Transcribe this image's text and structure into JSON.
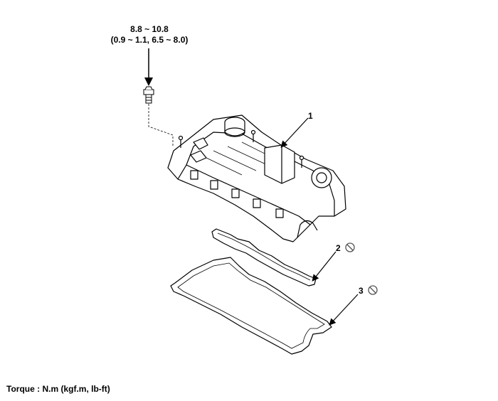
{
  "torque": {
    "value": "8.8 ~ 10.8",
    "units_values": "(0.9 ~ 1.1, 6.5 ~ 8.0)"
  },
  "callouts": [
    {
      "number": "1",
      "part": "cylinder-head-cover"
    },
    {
      "number": "2",
      "part": "inner-gasket",
      "icon": "do-not-reuse-icon"
    },
    {
      "number": "3",
      "part": "outer-gasket",
      "icon": "do-not-reuse-icon"
    }
  ],
  "footer": {
    "torque_units": "Torque : N.m (kgf.m, lb-ft)"
  }
}
